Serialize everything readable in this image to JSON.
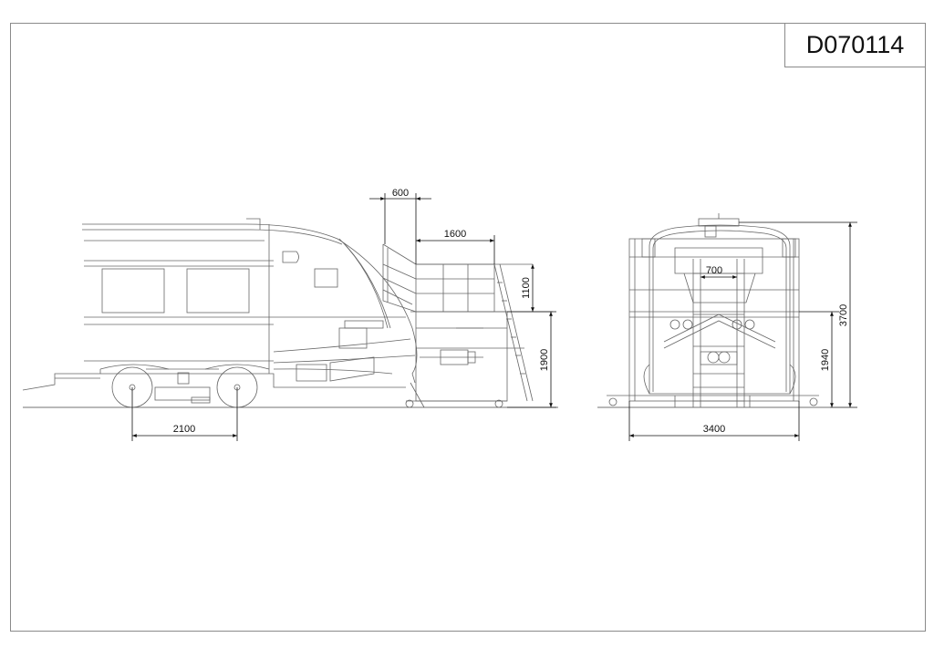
{
  "drawing": {
    "number": "D070114"
  },
  "dimensions": {
    "d600": "600",
    "d1600": "1600",
    "d1100": "1100",
    "d1900": "1900",
    "d2100": "2100",
    "d700": "700",
    "d3400": "3400",
    "d1940": "1940",
    "d3700": "3700"
  },
  "colors": {
    "line": "#555555",
    "dim": "#111111",
    "frame": "#8a8a8a"
  }
}
